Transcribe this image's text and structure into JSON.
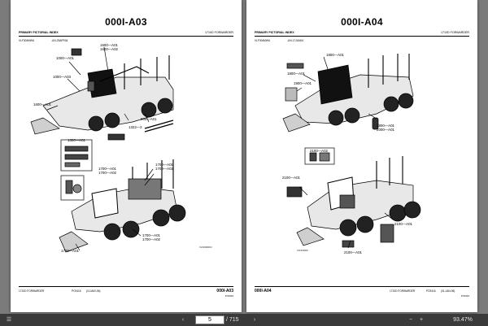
{
  "viewer": {
    "page_current": "5",
    "page_total": "/ 715",
    "zoom": "93.47%"
  },
  "left_page": {
    "code": "000I-A03",
    "section": "PRIMARY PICTORIAL INDEX",
    "model_header": "1710D FORWARDER",
    "ref_a": "VLF304MWU",
    "ref_b": "-UN-23APR04",
    "labels": {
      "l1600_a01": "1600—A01",
      "l1600_a02": "1600—A02",
      "l1000_a01": "1000—A01",
      "l1000_a03": "1000—A03",
      "l1600_a01b": "1600—A01",
      "l900_a01": "900—A01",
      "l1322_2": "1322—2",
      "l1300_a01": "1300—A01",
      "l1700_a01": "1700—A01",
      "l1700_a02": "1700—A02",
      "l1700_a01b": "1700—A01",
      "l1700_a02b": "1700—A02",
      "l1700_a01c": "1700—A01"
    },
    "tiny_ref": "VLF304MWU",
    "footer_model": "1710D FORWARDER",
    "footer_pc": "PC9416",
    "footer_date": "(11-MAY-06)",
    "footer_code": "000I-A03",
    "footer_sub": "PC9416"
  },
  "right_page": {
    "code": "000I-A04",
    "section": "PRIMARY PICTORIAL INDEX",
    "model_header": "1710D FORWARDER",
    "ref_a": "VLF304MWU",
    "ref_b": "-UN-17JUN04",
    "labels": {
      "l1800_a01": "1800—A01",
      "l1800_a01b": "1800—A01",
      "l1900_a01": "1900—A01",
      "l1800_a01c": "1800—A01",
      "l2000_a01": "2000—A01",
      "l2100_a02": "2100—A02",
      "l2100_a01": "2100—A01",
      "l2100_a01b": "2100—A01",
      "l2100_a01c": "2100—A01"
    },
    "tiny_ref": "VLF304MW",
    "footer_code_left": "000I-A04",
    "footer_model": "1710D FORWARDER",
    "footer_pc": "PC9416",
    "footer_date": "(31-JAN-06)",
    "footer_sub": "PC9416"
  }
}
